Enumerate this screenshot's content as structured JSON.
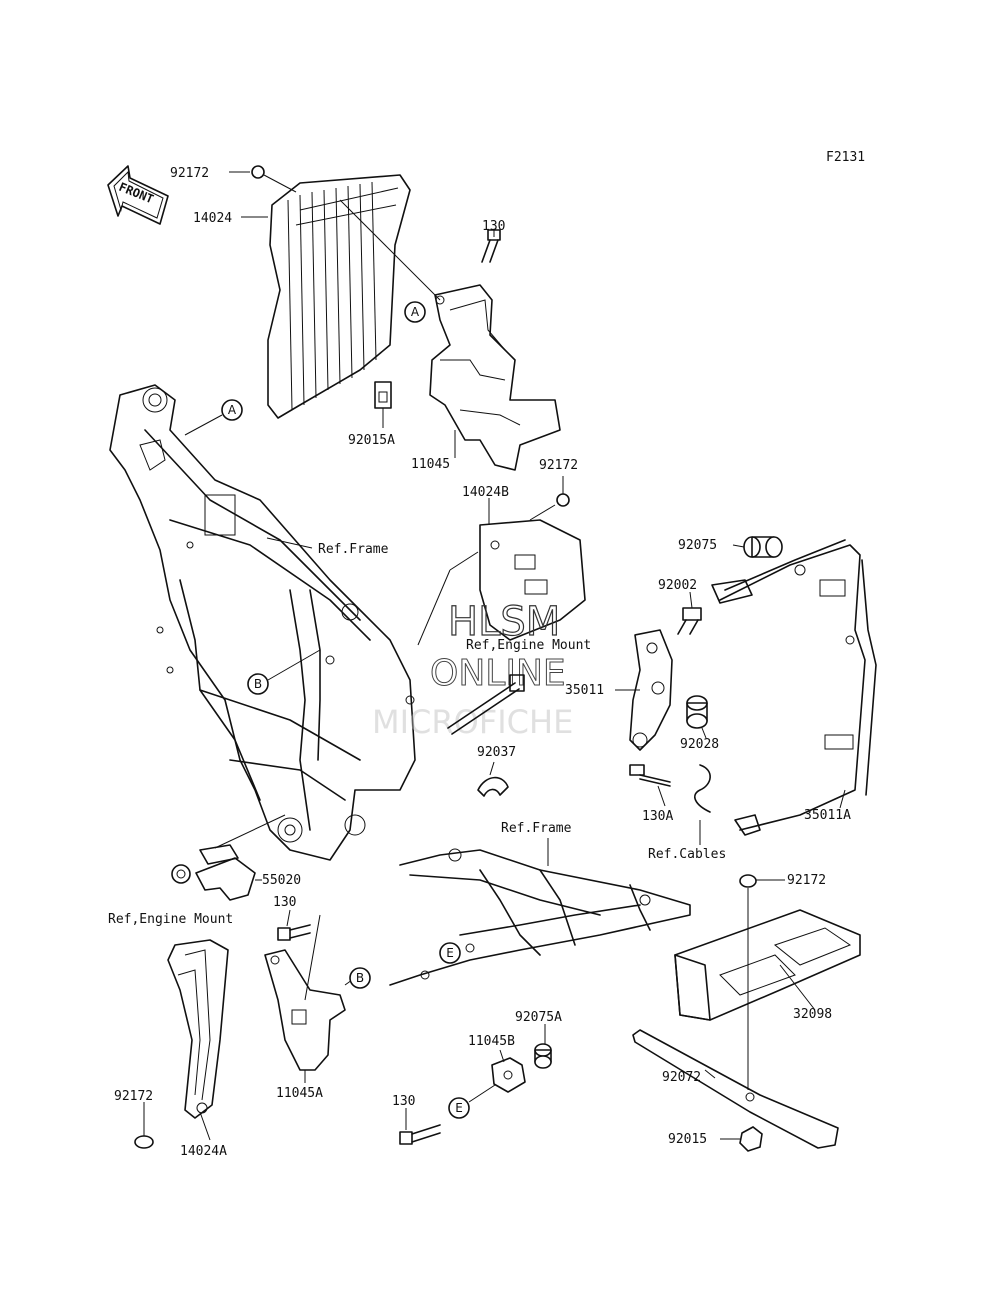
{
  "figure_code": "F2131",
  "front_arrow_text": "FRONT",
  "watermark": {
    "line1": "HLSM",
    "line2": "ONLINE",
    "line3": "MICROFICHE"
  },
  "part_labels": {
    "p92172_top": "92172",
    "p14024": "14024",
    "p130_top": "130",
    "p92015A": "92015A",
    "p11045": "11045",
    "p92172_mid": "92172",
    "p14024B": "14024B",
    "p92075": "92075",
    "p92002": "92002",
    "p35011": "35011",
    "p92028": "92028",
    "p92037": "92037",
    "p130A": "130A",
    "p35011A": "35011A",
    "p55020": "55020",
    "p130_left": "130",
    "p92172_right": "92172",
    "p32098": "32098",
    "p92075A": "92075A",
    "p11045B": "11045B",
    "p11045A": "11045A",
    "p92072": "92072",
    "p92172_bottom": "92172",
    "p14024A": "14024A",
    "p130_bottom": "130",
    "p92015": "92015"
  },
  "ref_labels": {
    "frame_top": "Ref.Frame",
    "engine_mount_top": "Ref,Engine Mount",
    "frame_bottom": "Ref.Frame",
    "cables": "Ref.Cables",
    "engine_mount_left": "Ref,Engine Mount"
  },
  "callouts": {
    "A": "A",
    "B": "B",
    "E": "E"
  }
}
